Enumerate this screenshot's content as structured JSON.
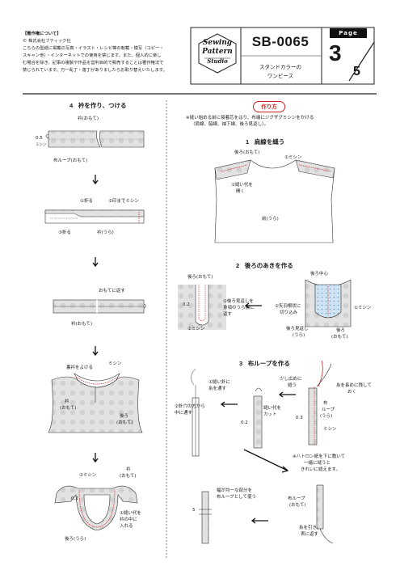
{
  "copyright": {
    "heading": "【著作権について】",
    "company": "© 株式会社ブティック社",
    "lines": [
      "こちらの型紙に掲載の写真・イラスト・レシピ等の転載・模写（コピー・",
      "スキャン他）・インターネットでの使用を禁じます。また、個人的に楽し",
      "む場合を除き、記事の複製や作品を営利目的で販売することは著作権法で",
      "禁じられています。万一乱丁・落丁がありましたらお取り替えいたします。"
    ]
  },
  "logo": {
    "line1": "Sewing",
    "line2": "Pattern",
    "line3": "Studio"
  },
  "pattern": {
    "code": "SB-0065",
    "name_line1": "スタンドカラーの",
    "name_line2": "ワンピース"
  },
  "page": {
    "label": "Page",
    "current": "3",
    "total": "5"
  },
  "left": {
    "step4": {
      "num": "4",
      "title": "衿を作り、つける"
    },
    "a": {
      "omote": "衿(おもて)",
      "sm": "0.5",
      "sm_unit": "ミシン",
      "loop": "布ループ(おもて)"
    },
    "b": {
      "fold1": "①折る",
      "stitch": "②印までミシン",
      "fold3": "③折る",
      "ura": "衿(うら)"
    },
    "c": {
      "turn": "おもてに返す",
      "omote": "衿(おもて)"
    },
    "d": {
      "yoke": "裏衿をよける",
      "stitch": "ミシン",
      "eri": "衿",
      "eri_omote": "(おもて)",
      "body": "後ろ",
      "body_omote": "(おもて)"
    },
    "e": {
      "stitch": "②ミシン",
      "eri": "衿",
      "eri_omote": "(おもて)",
      "sm": "0.2",
      "seam1": "①縫い代を",
      "seam2": "衿の中に",
      "seam3": "入れる",
      "back_ura": "後ろ(うら)"
    }
  },
  "right": {
    "howto": "作り方",
    "note1": "※縫い始める前に接着芯をはり、布端にジグザグミシンをかける",
    "note2": "（肩線、脇線、袖下線、後ろ見返し）。",
    "step1": {
      "num": "1",
      "title": "肩線を縫う"
    },
    "s1": {
      "back": "後ろ(おもて)",
      "stitch": "①ミシン",
      "seam1": "②縫い代を",
      "seam2": "開く",
      "front": "前(うら)"
    },
    "step2": {
      "num": "2",
      "title": "後ろのあきを作る"
    },
    "s2": {
      "back": "後ろ(おもて)",
      "sm": "0.2",
      "fold1": "①後ろ見返しを",
      "fold2": "身頃のうら側に",
      "fold3": "返す",
      "stitch2": "②ミシン",
      "center": "後ろ中心",
      "cut1": "②矢羽根状に",
      "cut2": "切り込み",
      "stitch1": "①ミシン",
      "facing1": "後ろ見返し",
      "facing2": "(うら)",
      "back2": "後ろ",
      "back2b": "(おもて)"
    },
    "step3": {
      "num": "3",
      "title": "布ループを作る"
    },
    "s3": {
      "thread1": "①縫い針に",
      "thread2": "糸を通す",
      "thru1": "②針穴の方から",
      "thru2": "中に通す",
      "sm2": "0.2",
      "cut1": "縫い代を",
      "cut2": "カット",
      "wide1": "少し広めに",
      "wide2": "縫う",
      "long1": "糸を長めに残して",
      "long2": "おく",
      "loopura1": "布",
      "loopura2": "ループ",
      "loopura3": "(うら)",
      "sm3": "0.3",
      "stitch": "ミシン",
      "note1": "※ハトロン紙を下に敷いて",
      "note2": "一緒に縫うと",
      "note3": "きれいに縫えます。",
      "five": "5",
      "even1": "幅が均一な部分を",
      "even2": "布ループとして使う",
      "loopo1": "布ループ",
      "loopo2": "(おもて)",
      "pull1": "糸を引き、",
      "pull2": "表に返す"
    }
  }
}
